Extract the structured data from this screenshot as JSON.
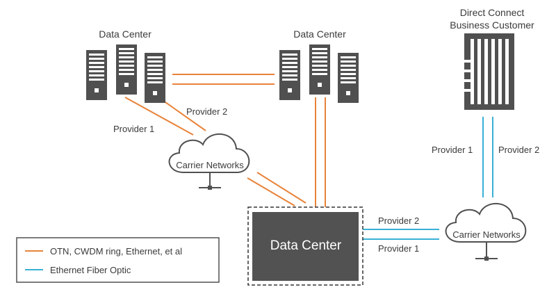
{
  "colors": {
    "orange": "#e8833a",
    "blue": "#39b0d6",
    "server": "#505050",
    "box": "#525252"
  },
  "data_centers": {
    "left": "Data Center",
    "middle": "Data Center",
    "main": "Data Center"
  },
  "customer": {
    "line1": "Direct Connect",
    "line2": "Business Customer"
  },
  "clouds": {
    "left": "Carrier Networks",
    "right": "Carrier Networks"
  },
  "links": {
    "left_provider1": "Provider 1",
    "left_provider2": "Provider 2",
    "customer_provider1": "Provider 1",
    "customer_provider2": "Provider 2",
    "main_provider2": "Provider 2",
    "main_provider1": "Provider 1"
  },
  "legend": {
    "items": [
      {
        "label": "OTN, CWDM ring, Ethernet, et al",
        "color": "#e8833a"
      },
      {
        "label": "Ethernet Fiber Optic",
        "color": "#39b0d6"
      }
    ]
  },
  "icons": [
    "server-rack-icon",
    "office-building-icon",
    "cloud-icon",
    "network-terminal-icon"
  ]
}
